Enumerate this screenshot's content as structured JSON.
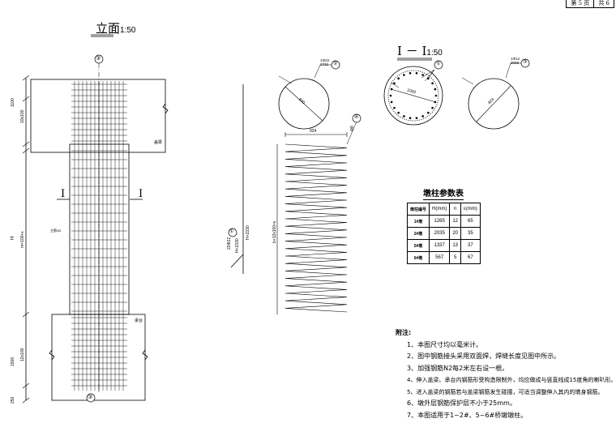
{
  "page": {
    "sheet": "第 5 页",
    "total": "共 6"
  },
  "elevation": {
    "title": "立面",
    "scale": "1:50",
    "section_mark": "I",
    "tag": "③",
    "dims": [
      "1100",
      "10x100",
      "H",
      "m=100+ε",
      "1500",
      "12x100",
      "250"
    ],
    "label_top_right": "盖梁",
    "label_bottom_right": "承台",
    "label_side": "主筋N3"
  },
  "rebar_n1": {
    "label_top": "22Φ22",
    "label_bottom": "H+2330",
    "tag": "①"
  },
  "section": {
    "title": "I － I",
    "scale": "1:50",
    "c1": {
      "dim": "830",
      "label": "1Φ22\n2732",
      "tag": "②"
    },
    "c2": {
      "dim": "1000",
      "tag": "①"
    },
    "c3": {
      "dim": "924",
      "label": "1Φ12\n3008",
      "tag": "③"
    }
  },
  "spiral": {
    "top_dim": "924",
    "side_dim": "b+12x100+ε",
    "tag": "④",
    "label": "Φ8"
  },
  "table": {
    "title": "墩柱参数表",
    "headers": [
      "墩柱编号",
      "H(mm)",
      "n",
      "ε(mm)"
    ],
    "rows": [
      [
        "1#墩",
        "1265",
        "12",
        "65"
      ],
      [
        "2#墩",
        "2035",
        "20",
        "35"
      ],
      [
        "5#墩",
        "1337",
        "13",
        "37"
      ],
      [
        "6#墩",
        "567",
        "5",
        "67"
      ]
    ]
  },
  "notes": {
    "heading": "附注:",
    "items": [
      "1、本图尺寸均以毫米计。",
      "2、图中钢筋接头采用双面焊，焊缝长度见图中所示。",
      "3、加强钢筋N2每2米左右设一根。",
      "4、伸入盖梁、承台内钢筋形受构造限制外，均应做成与竖直线成15度角的喇叭形。",
      "5、进入盖梁的钢筋若与盖梁钢筋发生碰撞，可适当调整伸入其内的墩身钢筋。",
      "6、墩外层钢筋保护层不小于25mm。",
      "7、本图适用于1~2#、5~6#桥墩墩柱。"
    ]
  }
}
